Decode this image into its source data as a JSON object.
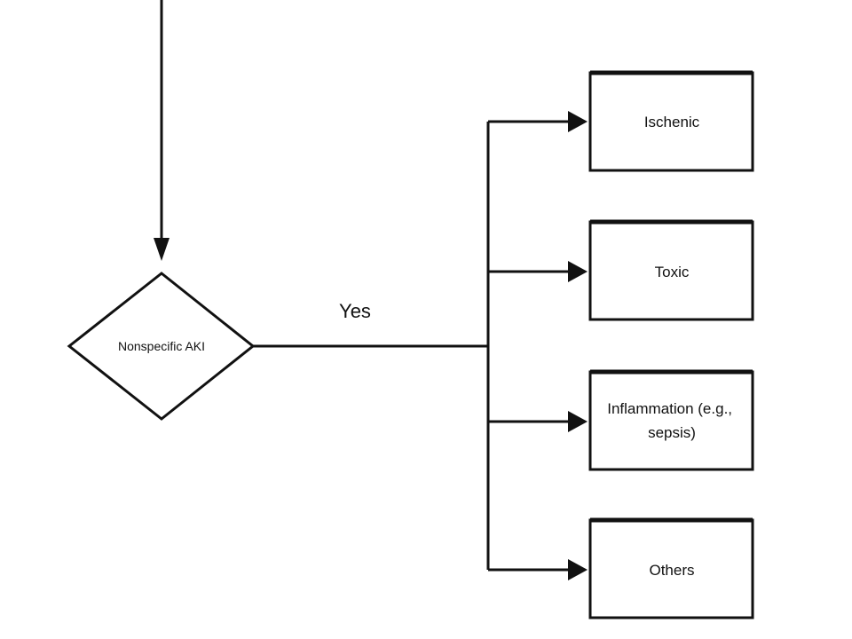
{
  "diagram": {
    "decision": {
      "label": "Nonspecific AKI"
    },
    "branch": {
      "label": "Yes"
    },
    "outcomes": [
      {
        "lines": [
          "Ischenic"
        ]
      },
      {
        "lines": [
          "Toxic"
        ]
      },
      {
        "lines": [
          "Inflammation (e.g.,",
          "sepsis)"
        ]
      },
      {
        "lines": [
          "Others"
        ]
      }
    ],
    "colors": {
      "stroke": "#111111",
      "background": "#ffffff"
    }
  }
}
